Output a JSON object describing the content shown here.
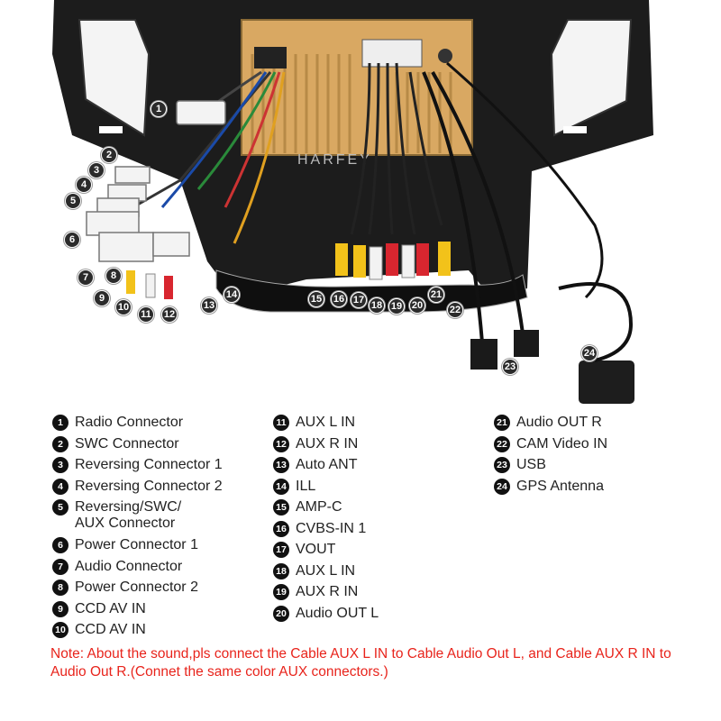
{
  "brand_watermark": "HARFEY",
  "callouts": [
    "1",
    "2",
    "3",
    "4",
    "5",
    "6",
    "7",
    "8",
    "9",
    "10",
    "11",
    "12",
    "13",
    "14",
    "15",
    "16",
    "17",
    "18",
    "19",
    "20",
    "21",
    "22",
    "23",
    "24"
  ],
  "legend": {
    "col1": [
      {
        "num": "1",
        "label": "Radio Connector"
      },
      {
        "num": "2",
        "label": "SWC Connector"
      },
      {
        "num": "3",
        "label": "Reversing Connector 1"
      },
      {
        "num": "4",
        "label": "Reversing Connector 2"
      },
      {
        "num": "5",
        "label": "Reversing/SWC/\nAUX Connector"
      },
      {
        "num": "6",
        "label": "Power Connector 1"
      },
      {
        "num": "7",
        "label": "Audio Connector"
      },
      {
        "num": "8",
        "label": "Power Connector 2"
      },
      {
        "num": "9",
        "label": "CCD AV IN"
      },
      {
        "num": "10",
        "label": "CCD AV IN"
      }
    ],
    "col2": [
      {
        "num": "11",
        "label": "AUX L IN"
      },
      {
        "num": "12",
        "label": "AUX R IN"
      },
      {
        "num": "13",
        "label": "Auto ANT"
      },
      {
        "num": "14",
        "label": "ILL"
      },
      {
        "num": "15",
        "label": "AMP-C"
      },
      {
        "num": "16",
        "label": "CVBS-IN 1"
      },
      {
        "num": "17",
        "label": "VOUT"
      },
      {
        "num": "18",
        "label": "AUX L IN"
      },
      {
        "num": "19",
        "label": "AUX R IN"
      },
      {
        "num": "20",
        "label": "Audio OUT L"
      }
    ],
    "col3": [
      {
        "num": "21",
        "label": "Audio OUT R"
      },
      {
        "num": "22",
        "label": "CAM Video IN"
      },
      {
        "num": "23",
        "label": "USB"
      },
      {
        "num": "24",
        "label": "GPS Antenna"
      }
    ]
  },
  "note": "Note: About the sound,pls connect the Cable AUX L IN to Cable Audio Out L, and Cable AUX R IN to  Audio Out R.(Connet the same color AUX connectors.)",
  "colors": {
    "note": "#e8241c",
    "bezel": "#1c1c1c",
    "board": "#d9a862",
    "rca_red": "#d8262f",
    "rca_yellow": "#f2c21a",
    "rca_white": "#f2f2f2"
  }
}
